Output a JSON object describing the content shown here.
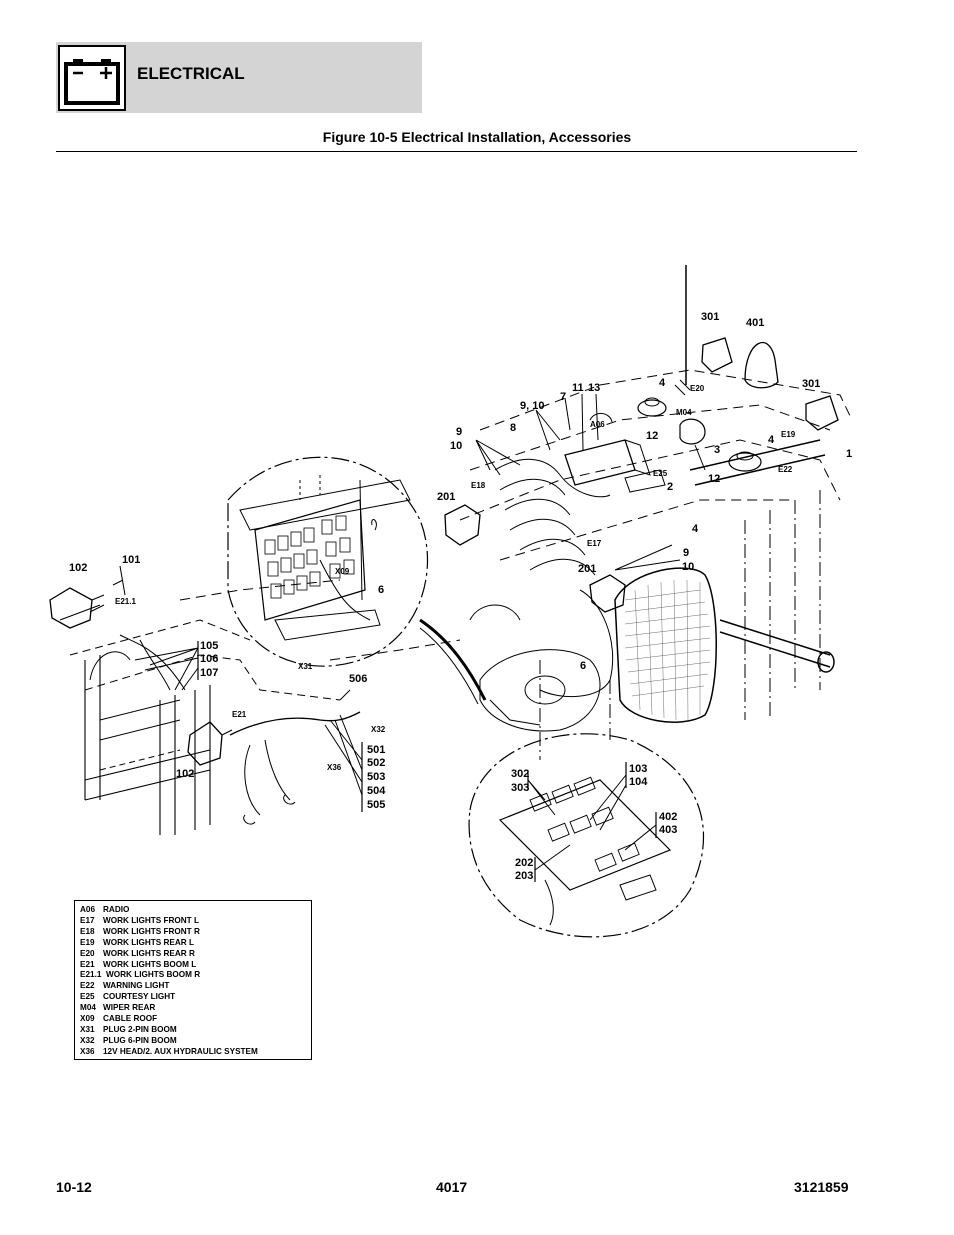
{
  "header": {
    "section_title": "ELECTRICAL",
    "figure_title": "Figure 10-5 Electrical Installation, Accessories"
  },
  "callouts": [
    {
      "id": "c301a",
      "text": "301"
    },
    {
      "id": "c401",
      "text": "401"
    },
    {
      "id": "c301b",
      "text": "301"
    },
    {
      "id": "c4a",
      "text": "4"
    },
    {
      "id": "e20",
      "text": "E20"
    },
    {
      "id": "c11",
      "text": "11"
    },
    {
      "id": "c13",
      "text": "13"
    },
    {
      "id": "c910a",
      "text": "9, 10"
    },
    {
      "id": "c7",
      "text": "7"
    },
    {
      "id": "m04",
      "text": "M04"
    },
    {
      "id": "a06",
      "text": "A06"
    },
    {
      "id": "c12a",
      "text": "12"
    },
    {
      "id": "c8",
      "text": "8"
    },
    {
      "id": "c9a",
      "text": "9"
    },
    {
      "id": "c10a",
      "text": "10"
    },
    {
      "id": "e19",
      "text": "E19"
    },
    {
      "id": "c4b",
      "text": "4"
    },
    {
      "id": "c1",
      "text": "1"
    },
    {
      "id": "c3",
      "text": "3"
    },
    {
      "id": "e22",
      "text": "E22"
    },
    {
      "id": "c12b",
      "text": "12"
    },
    {
      "id": "e25",
      "text": "E25"
    },
    {
      "id": "c2",
      "text": "2"
    },
    {
      "id": "e18",
      "text": "E18"
    },
    {
      "id": "c201a",
      "text": "201"
    },
    {
      "id": "c4c",
      "text": "4"
    },
    {
      "id": "e17",
      "text": "E17"
    },
    {
      "id": "c9b",
      "text": "9"
    },
    {
      "id": "c10b",
      "text": "10"
    },
    {
      "id": "c201b",
      "text": "201"
    },
    {
      "id": "c102a",
      "text": "102"
    },
    {
      "id": "c101",
      "text": "101"
    },
    {
      "id": "e211",
      "text": "E21.1"
    },
    {
      "id": "x09",
      "text": "X09"
    },
    {
      "id": "c6a",
      "text": "6"
    },
    {
      "id": "c105",
      "text": "105"
    },
    {
      "id": "c106",
      "text": "106"
    },
    {
      "id": "c107",
      "text": "107"
    },
    {
      "id": "x31",
      "text": "X31"
    },
    {
      "id": "c506",
      "text": "506"
    },
    {
      "id": "c6b",
      "text": "6"
    },
    {
      "id": "e21",
      "text": "E21"
    },
    {
      "id": "x32",
      "text": "X32"
    },
    {
      "id": "c102b",
      "text": "102"
    },
    {
      "id": "x36",
      "text": "X36"
    },
    {
      "id": "c501",
      "text": "501"
    },
    {
      "id": "c502",
      "text": "502"
    },
    {
      "id": "c503",
      "text": "503"
    },
    {
      "id": "c504",
      "text": "504"
    },
    {
      "id": "c505",
      "text": "505"
    },
    {
      "id": "c302",
      "text": "302"
    },
    {
      "id": "c303",
      "text": "303"
    },
    {
      "id": "c103",
      "text": "103"
    },
    {
      "id": "c104",
      "text": "104"
    },
    {
      "id": "c402",
      "text": "402"
    },
    {
      "id": "c403",
      "text": "403"
    },
    {
      "id": "c202",
      "text": "202"
    },
    {
      "id": "c203",
      "text": "203"
    }
  ],
  "legend": [
    {
      "code": "A06",
      "desc": "RADIO"
    },
    {
      "code": "E17",
      "desc": "WORK LIGHTS FRONT L"
    },
    {
      "code": "E18",
      "desc": "WORK LIGHTS FRONT R"
    },
    {
      "code": "E19",
      "desc": "WORK LIGHTS REAR L"
    },
    {
      "code": "E20",
      "desc": "WORK LIGHTS REAR R"
    },
    {
      "code": "E21",
      "desc": "WORK LIGHTS BOOM L"
    },
    {
      "code": "E21.1",
      "desc": "WORK LIGHTS BOOM R"
    },
    {
      "code": "E22",
      "desc": "WARNING LIGHT"
    },
    {
      "code": "E25",
      "desc": "COURTESY LIGHT"
    },
    {
      "code": "M04",
      "desc": "WIPER REAR"
    },
    {
      "code": "X09",
      "desc": "CABLE ROOF"
    },
    {
      "code": "X31",
      "desc": "PLUG 2-PIN BOOM"
    },
    {
      "code": "X32",
      "desc": "PLUG 6-PIN BOOM"
    },
    {
      "code": "X36",
      "desc": "12V HEAD/2. AUX HYDRAULIC SYSTEM"
    }
  ],
  "footer": {
    "page_number": "10-12",
    "model": "4017",
    "doc_number": "3121859"
  }
}
